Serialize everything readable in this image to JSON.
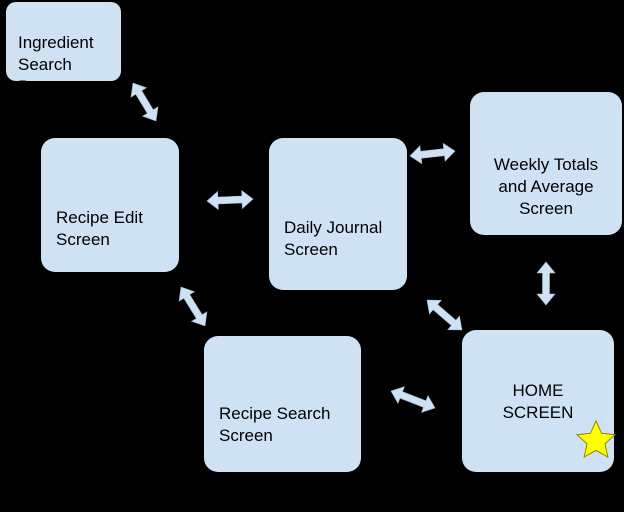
{
  "nodes": {
    "ingredient_search_popup": "Ingredient\nSearch\nPopup",
    "recipe_edit_screen": "Recipe Edit\nScreen",
    "daily_journal_screen": "Daily Journal\nScreen",
    "weekly_totals_screen": "Weekly Totals\nand Average\nScreen",
    "recipe_search_screen": "Recipe Search\nScreen",
    "home_screen": "HOME\nSCREEN",
    "home_start": "(START)"
  },
  "edges": [
    {
      "from": "ingredient_search_popup",
      "to": "recipe_edit_screen",
      "type": "bidirectional"
    },
    {
      "from": "recipe_edit_screen",
      "to": "daily_journal_screen",
      "type": "bidirectional"
    },
    {
      "from": "recipe_edit_screen",
      "to": "recipe_search_screen",
      "type": "bidirectional"
    },
    {
      "from": "daily_journal_screen",
      "to": "weekly_totals_screen",
      "type": "bidirectional"
    },
    {
      "from": "daily_journal_screen",
      "to": "home_screen",
      "type": "bidirectional"
    },
    {
      "from": "weekly_totals_screen",
      "to": "home_screen",
      "type": "bidirectional"
    },
    {
      "from": "recipe_search_screen",
      "to": "home_screen",
      "type": "bidirectional"
    }
  ],
  "colors": {
    "background": "#000000",
    "node_fill": "#cfe2f3",
    "arrow_fill": "#cfe2f3",
    "start_star": "#ffff00"
  },
  "icons": {
    "start_marker": "star-icon"
  }
}
